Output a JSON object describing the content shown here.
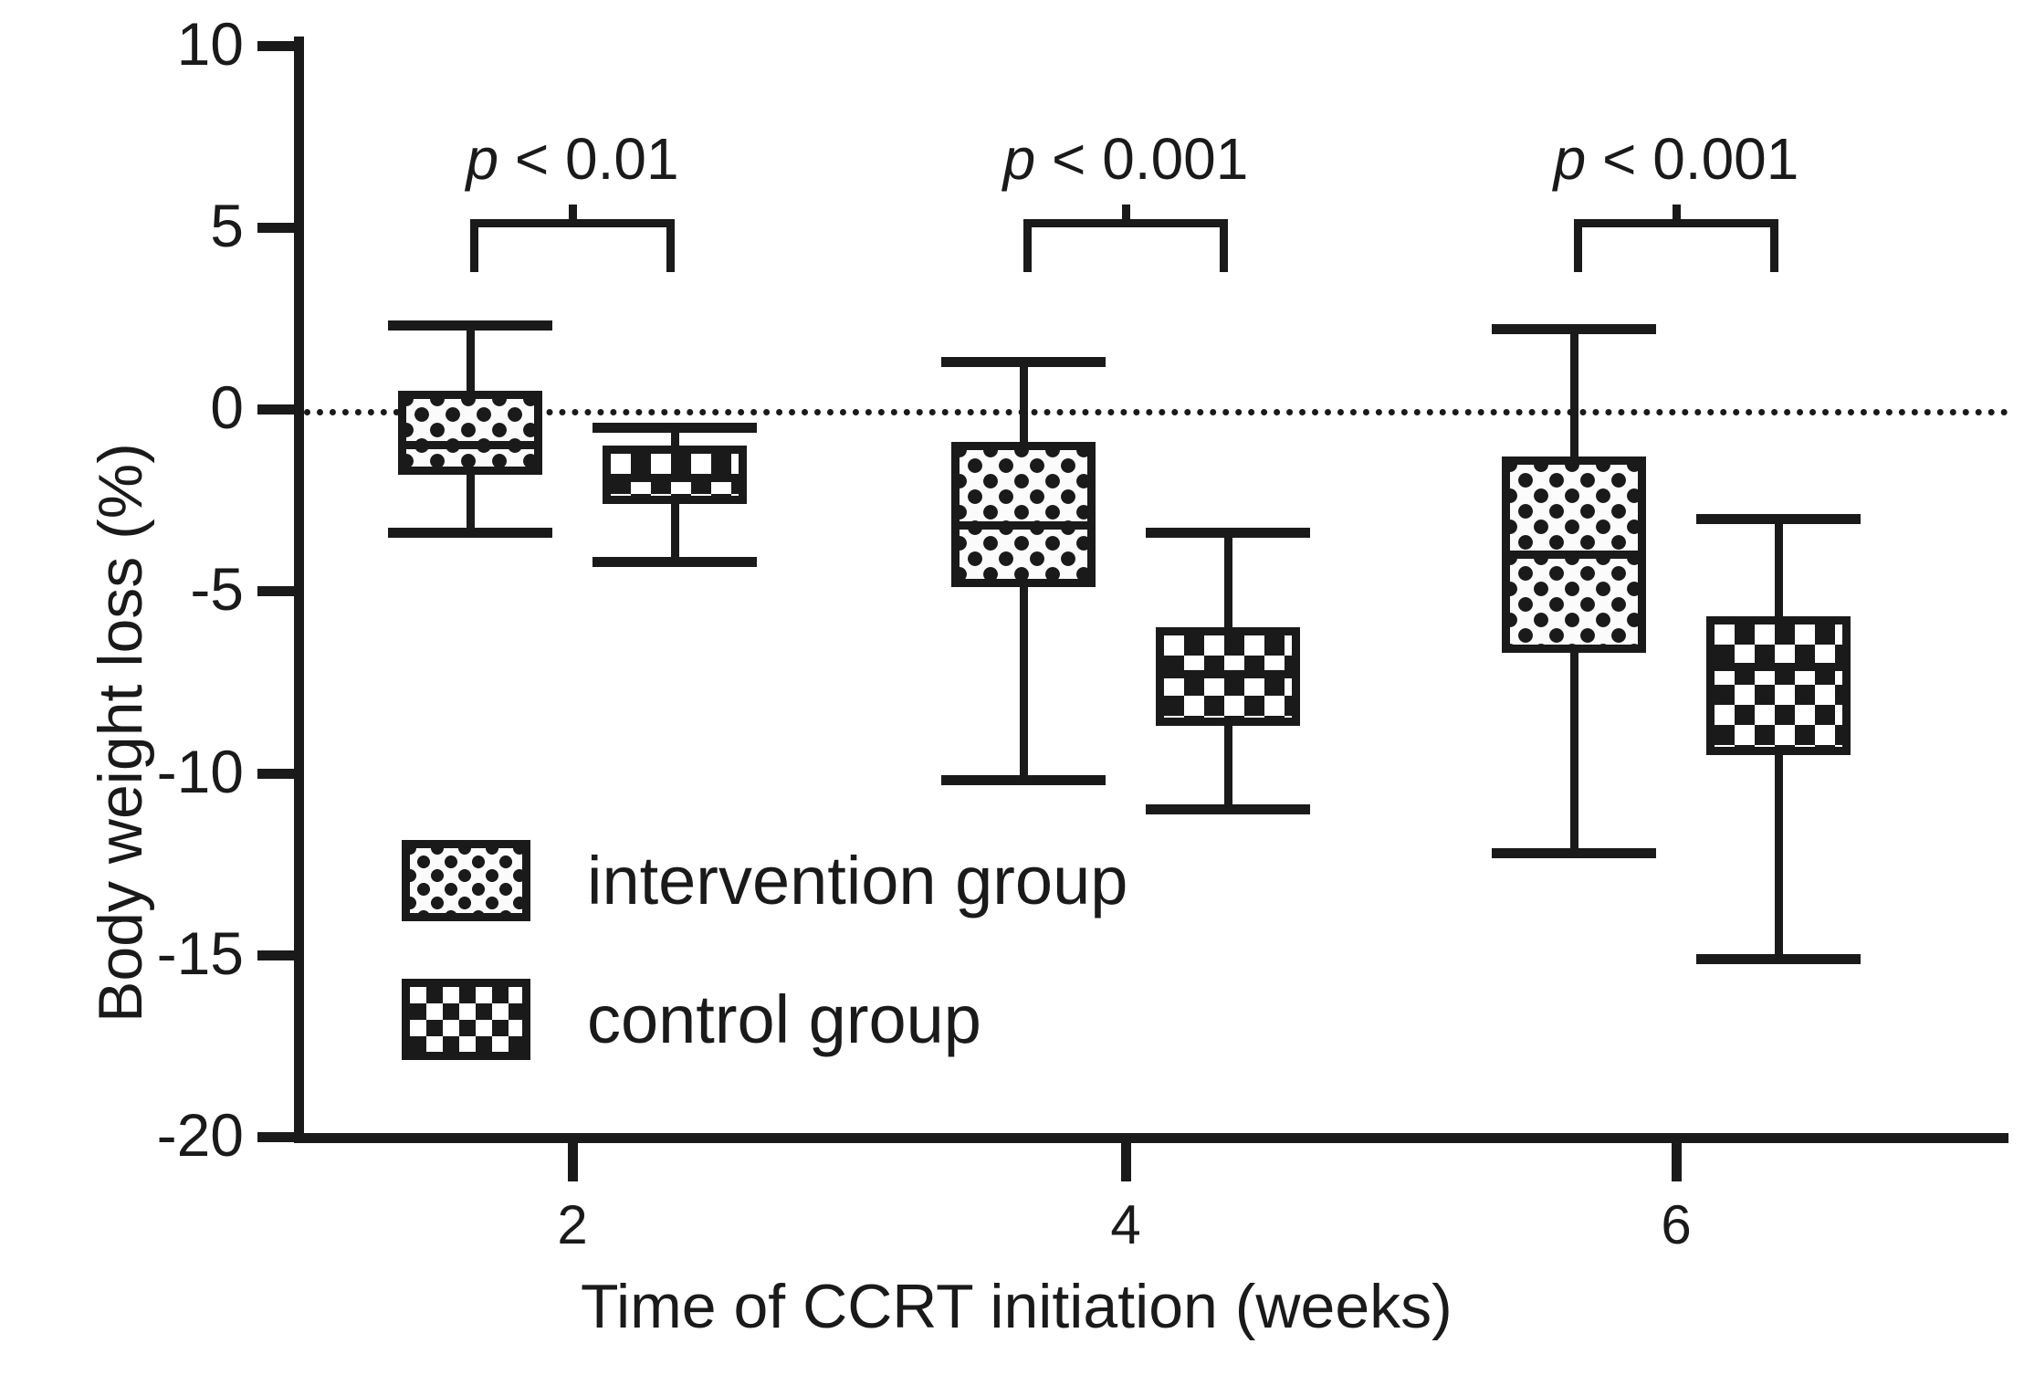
{
  "chart_data": {
    "type": "box",
    "title": "",
    "xlabel": "Time of CCRT initiation (weeks)",
    "ylabel": "Body weight loss (%)",
    "categories": [
      "2",
      "4",
      "6"
    ],
    "ylim": [
      -20,
      10
    ],
    "yticks": [
      10,
      5,
      0,
      -5,
      -10,
      -15,
      -20
    ],
    "ytick_labels": [
      "10",
      "5",
      "0",
      "-5",
      "-10",
      "-15",
      "-20"
    ],
    "xtick_labels": [
      "2",
      "4",
      "6"
    ],
    "grid": false,
    "zero_reference_line": 0,
    "legend_position": "inside-lower-left",
    "series": [
      {
        "name": "intervention group",
        "pattern": "dots",
        "boxes": [
          {
            "category": "2",
            "whisker_high": 2.3,
            "q3": 0.5,
            "median": -1.0,
            "q1": -1.8,
            "whisker_low": -3.4
          },
          {
            "category": "4",
            "whisker_high": 1.3,
            "q3": -0.9,
            "median": -3.2,
            "q1": -4.9,
            "whisker_low": -10.2
          },
          {
            "category": "6",
            "whisker_high": 2.2,
            "q3": -1.3,
            "median": -4.0,
            "q1": -6.7,
            "whisker_low": -12.2
          }
        ]
      },
      {
        "name": "control group",
        "pattern": "checker",
        "boxes": [
          {
            "category": "2",
            "whisker_high": -0.5,
            "q3": -1.0,
            "median": -1.9,
            "q1": -2.6,
            "whisker_low": -4.2
          },
          {
            "category": "4",
            "whisker_high": -3.4,
            "q3": -6.0,
            "median": -7.3,
            "q1": -8.7,
            "whisker_low": -11.0
          },
          {
            "category": "6",
            "whisker_high": -3.0,
            "q3": -5.7,
            "median": -7.1,
            "q1": -9.5,
            "whisker_low": -15.1
          }
        ]
      }
    ],
    "annotations": [
      {
        "category": "2",
        "text_prefix": "p",
        "text_suffix": " < 0.01"
      },
      {
        "category": "4",
        "text_prefix": "p",
        "text_suffix": " < 0.001"
      },
      {
        "category": "6",
        "text_prefix": "p",
        "text_suffix": " < 0.001"
      }
    ]
  },
  "legend": {
    "items": [
      {
        "label": "intervention group",
        "pattern": "dots"
      },
      {
        "label": "control group",
        "pattern": "checker"
      }
    ]
  },
  "colors": {
    "ink": "#1a1a1a",
    "background": "#ffffff"
  }
}
